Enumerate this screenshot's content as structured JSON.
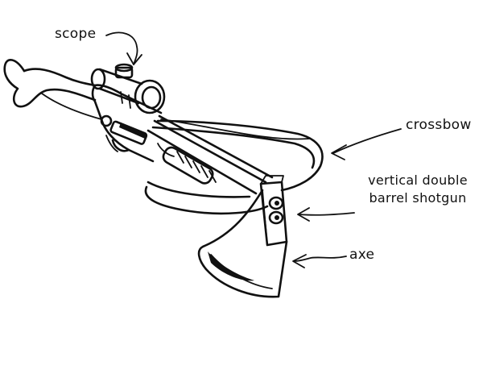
{
  "labels": {
    "scope": "scope",
    "crossbow": "crossbow",
    "shotgun": "vertical double barrel shotgun",
    "axe": "axe"
  },
  "colors": {
    "ink": "#111111",
    "paper": "#ffffff"
  }
}
